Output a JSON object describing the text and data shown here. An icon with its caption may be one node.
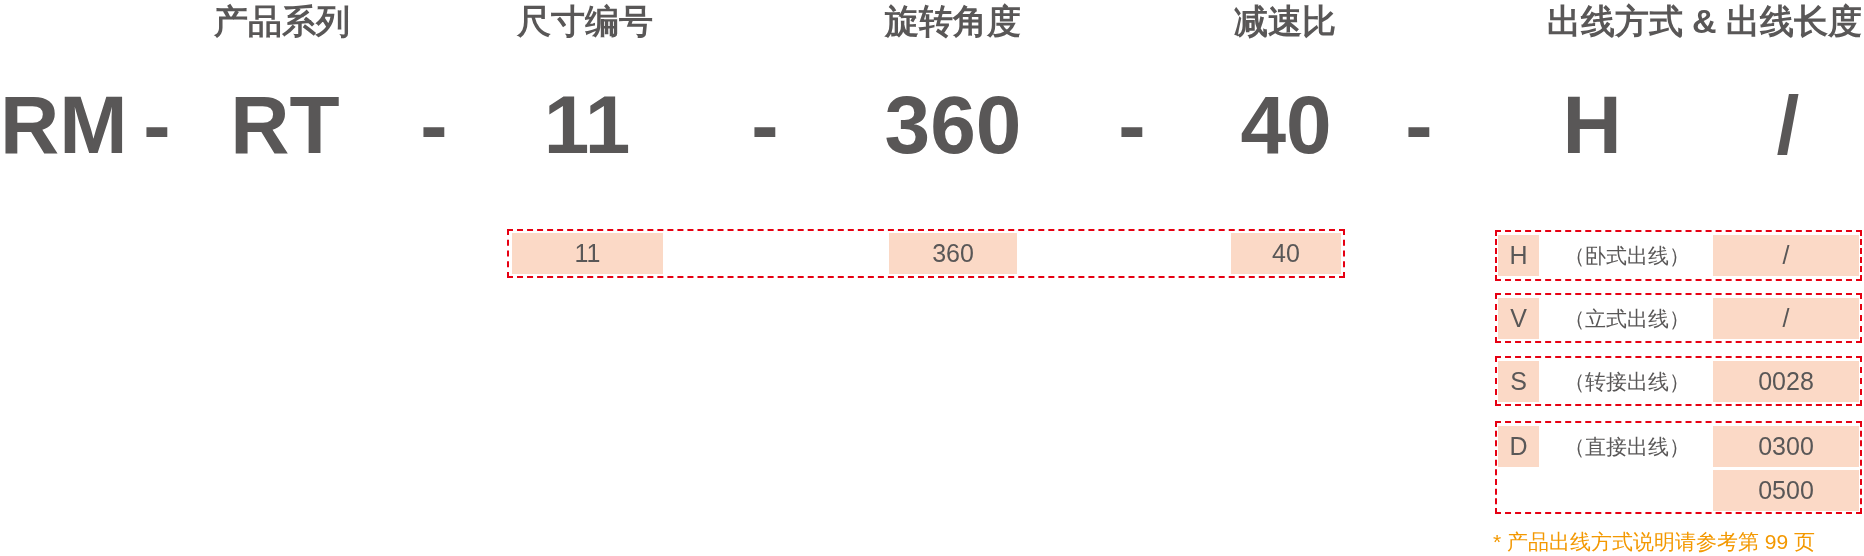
{
  "diagram": {
    "nodes": [
      {
        "text": [],
        "shape": "box"
      },
      {
        "text": [
          "11"
        ],
        "in": 0
      },
      {
        "text": [
          "360"
        ],
        "in": 0
      },
      {
        "text": [
          "40"
        ],
        "in": 0
      },
      {
        "text": [
          "（卧式出线）"
        ]
      },
      {
        "text": [
          "H"
        ],
        "in": 4
      },
      {
        "text": [
          "/"
        ],
        "in": 4
      },
      {
        "text": [
          "（立式出线）"
        ]
      },
      {
        "text": [
          "V"
        ],
        "in": 7
      },
      {
        "text": [
          "/"
        ],
        "in": 7
      },
      {
        "text": [
          "（转接出线）"
        ]
      },
      {
        "text": [
          "S"
        ],
        "in": 10
      },
      {
        "text": [
          "0028"
        ],
        "in": 10
      },
      {
        "text": [
          "（直接出线）"
        ]
      },
      {
        "text": [
          "D"
        ],
        "in": 13
      },
      {
        "text": [
          "0300"
        ],
        "in": 13
      },
      {
        "text": [
          "0500"
        ],
        "in": 13
      }
    ],
    "labels": [
      "产品系列",
      "尺寸编号",
      "旋转角度",
      "减速比",
      "出线方式 & 出线长度",
      "RM",
      "-",
      "RT",
      "-",
      "11",
      "-",
      "360",
      "-",
      "40",
      "-",
      "H",
      "/",
      "* 产品出线方式说明请参考第 99 页"
    ]
  }
}
